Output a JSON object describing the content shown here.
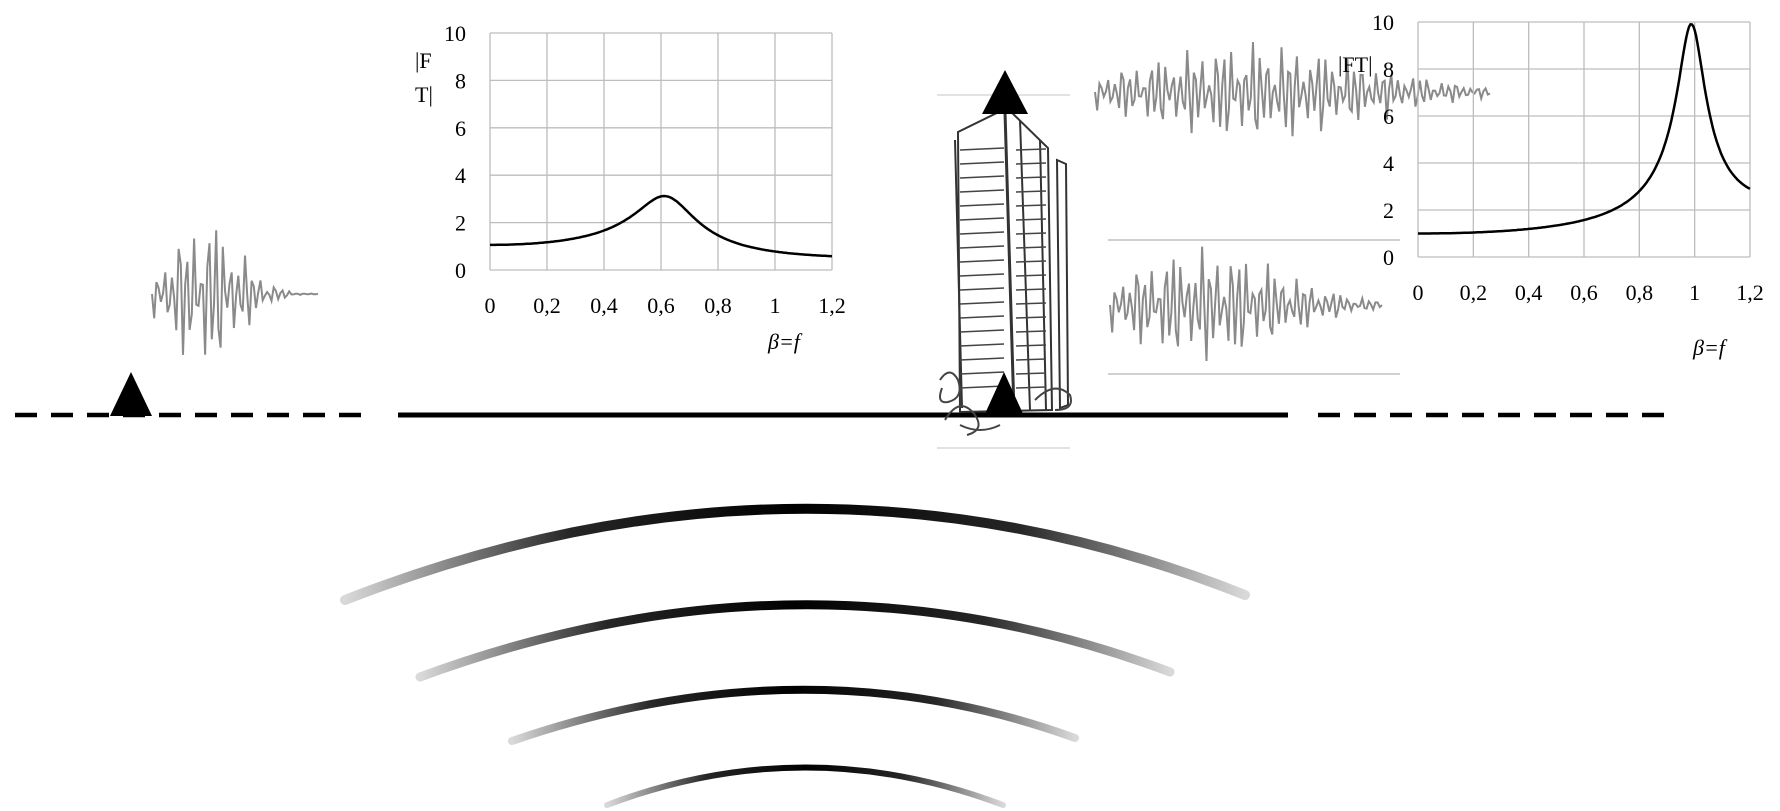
{
  "chart_data": [
    {
      "type": "line",
      "ylabel_lines": [
        "|F",
        "T|"
      ],
      "xlabel": "β=f",
      "x_ticks": [
        "0",
        "0,2",
        "0,4",
        "0,6",
        "0,8",
        "1",
        "1,2"
      ],
      "y_ticks": [
        "0",
        "2",
        "4",
        "6",
        "8",
        "10"
      ],
      "xlim": [
        0,
        1.2
      ],
      "ylim": [
        0,
        10
      ],
      "grid": true,
      "series": [
        {
          "resonance_ratio": 0.63,
          "peak_value": 2.9,
          "end_value": 0.55
        }
      ]
    },
    {
      "type": "line",
      "ylabel_lines": [
        "|FT|"
      ],
      "xlabel": "β=f",
      "x_ticks": [
        "0",
        "0,2",
        "0,4",
        "0,6",
        "0,8",
        "1",
        "1,2"
      ],
      "y_ticks": [
        "0",
        "2",
        "4",
        "6",
        "8",
        "10"
      ],
      "xlim": [
        0,
        1.2
      ],
      "ylim": [
        0,
        10
      ],
      "grid": true,
      "series": [
        {
          "resonance_ratio": 0.99,
          "peak_value": 9.9,
          "end_value": 2.9
        }
      ]
    }
  ],
  "colors": {
    "seismogram": "#8a8a8a",
    "ink": "#000000",
    "grid": "#bdbdbd"
  },
  "icons": [
    "station-triangle-icon",
    "building-sketch-icon",
    "wavefront-icon"
  ]
}
